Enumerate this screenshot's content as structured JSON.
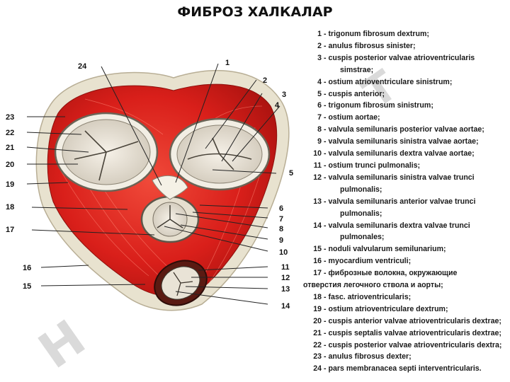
{
  "title": "ФИБРОЗ ХАЛКАЛАР",
  "watermark": {
    "left": "Н",
    "right": "Т"
  },
  "callouts": [
    "1",
    "2",
    "3",
    "4",
    "5",
    "6",
    "7",
    "8",
    "9",
    "10",
    "11",
    "12",
    "13",
    "14",
    "15",
    "16",
    "17",
    "18",
    "19",
    "20",
    "21",
    "22",
    "23",
    "24"
  ],
  "legend": [
    {
      "n": "1",
      "text": "trigonum fibrosum dextrum;"
    },
    {
      "n": "2",
      "text": "anulus fibrosus sinister;"
    },
    {
      "n": "3",
      "text": "cuspis posterior valvae atrioventricularis",
      "cont": "simstrae;"
    },
    {
      "n": "4",
      "text": "ostium atrioventriculare sinistrum;"
    },
    {
      "n": "5",
      "text": "cuspis anterior;"
    },
    {
      "n": "6",
      "text": "trigonum fibrosum sinistrum;"
    },
    {
      "n": "7",
      "text": "ostium aortae;"
    },
    {
      "n": "8",
      "text": "valvula semilunaris posterior valvae aortae;"
    },
    {
      "n": "9",
      "text": "valvula semilunaris sinistra valvae aortae;"
    },
    {
      "n": "10",
      "text": "valvula semilunaris dextra valvae aortae;"
    },
    {
      "n": "11",
      "text": "ostium trunci pulmonalis;"
    },
    {
      "n": "12",
      "text": "valvula semilunaris sinistra valvae trunci",
      "cont": "pulmonalis;"
    },
    {
      "n": "13",
      "text": "valvula semilunaris anterior valvae trunci",
      "cont": "pulmonalis;"
    },
    {
      "n": "14",
      "text": "valvula semilunaris dextra valvae trunci",
      "cont": "pulmonales;"
    },
    {
      "n": "15",
      "text": "noduli valvularum semilunarium;"
    },
    {
      "n": "16",
      "text": "myocardium ventriculi;"
    },
    {
      "n": "17",
      "text": "фиброзные волокна, окружающие",
      "cont2": "отверстия легочного ствола и аорты;"
    },
    {
      "n": "18",
      "text": "fasc. atrioventricularis;"
    },
    {
      "n": "19",
      "text": "ostium atrioventriculare dextrum;"
    },
    {
      "n": "20",
      "text": "cuspis anterior valvae atrioventricularis dextrae;"
    },
    {
      "n": "21",
      "text": "cuspis septalis valvae atrioventricularis dextrae;"
    },
    {
      "n": "22",
      "text": "cuspis posterior valvae atrioventricularis dextra;"
    },
    {
      "n": "23",
      "text": "anulus fibrosus dexter;"
    },
    {
      "n": "24",
      "text": "pars membranacea septi interventricularis."
    }
  ]
}
